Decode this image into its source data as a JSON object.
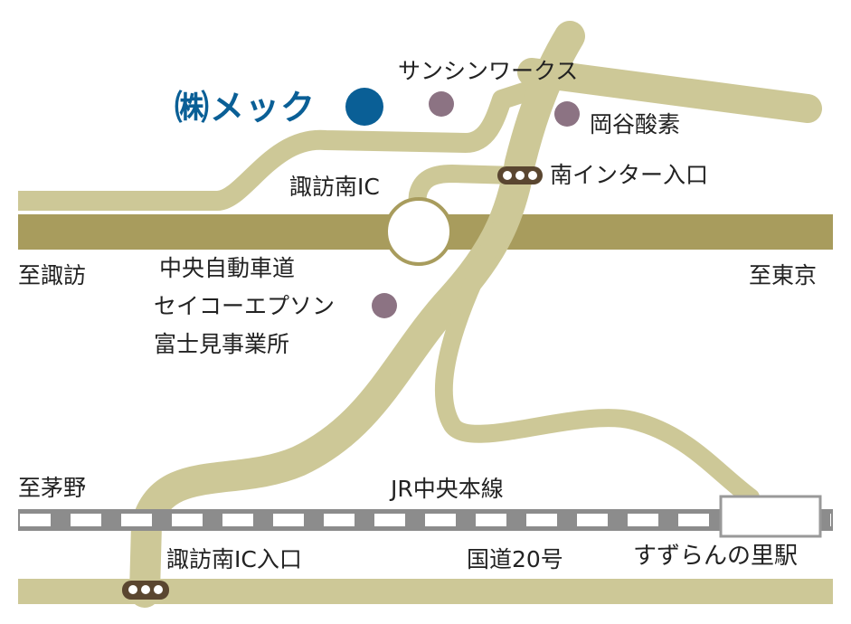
{
  "colors": {
    "road": "#cdc897",
    "expressway": "#a89c5d",
    "rail_gray": "#8c8c8c",
    "rail_white": "#ffffff",
    "poi_dot": "#8c7383",
    "company_dot": "#0a5f96",
    "company_text": "#0a5f96",
    "signal_body": "#5a4630",
    "station_border": "#999999",
    "text": "#222222"
  },
  "labels": {
    "company": "㈱メック",
    "sanshin": "サンシンワークス",
    "okaya_sanso": "岡谷酸素",
    "suwa_minami_ic": "諏訪南IC",
    "minami_inter_entrance": "南インター入口",
    "to_suwa": "至諏訪",
    "chuo_expressway": "中央自動車道",
    "to_tokyo": "至東京",
    "seiko_epson_line1": "セイコーエプソン",
    "seiko_epson_line2": "富士見事業所",
    "to_chino": "至茅野",
    "jr_chuo_line": "JR中央本線",
    "suwa_minami_ic_entrance": "諏訪南IC入口",
    "route20": "国道20号",
    "suzuran_station": "すずらんの里駅"
  },
  "icons": {
    "company_marker": "filled-circle-icon",
    "poi_marker": "filled-circle-icon",
    "traffic_signal": "traffic-signal-icon",
    "interchange": "interchange-circle-icon",
    "station": "station-box-icon"
  }
}
